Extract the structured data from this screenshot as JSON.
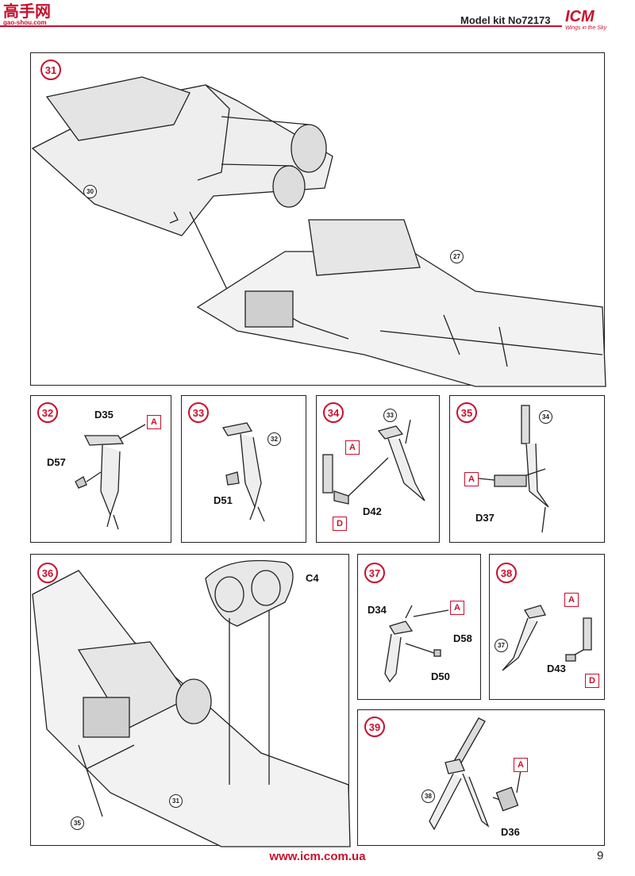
{
  "header": {
    "logo_cn": "高手网",
    "logo_url": "gao-shou.com",
    "model_kit": "Model kit No72173",
    "brand": "ICM",
    "brand_tagline": "Wings in the Sky"
  },
  "colors": {
    "accent": "#c8102e",
    "line": "#222222"
  },
  "steps": {
    "s31": {
      "number": "31",
      "refs": [
        "30",
        "27"
      ]
    },
    "s32": {
      "number": "32",
      "parts": [
        "D35",
        "D57"
      ],
      "sprue": "A"
    },
    "s33": {
      "number": "33",
      "ref": "32",
      "parts": [
        "D51"
      ]
    },
    "s34": {
      "number": "34",
      "ref": "33",
      "parts": [
        "D42"
      ],
      "sprues": [
        "A",
        "D"
      ]
    },
    "s35": {
      "number": "35",
      "ref": "34",
      "parts": [
        "D37"
      ],
      "sprue": "A"
    },
    "s36": {
      "number": "36",
      "refs": [
        "31",
        "35"
      ],
      "parts": [
        "C4"
      ]
    },
    "s37": {
      "number": "37",
      "parts": [
        "D34",
        "D58",
        "D50"
      ],
      "sprue": "A"
    },
    "s38": {
      "number": "38",
      "ref": "37",
      "parts": [
        "D43"
      ],
      "sprues": [
        "A",
        "D"
      ]
    },
    "s39": {
      "number": "39",
      "ref": "38",
      "parts": [
        "D36"
      ],
      "sprue": "A"
    }
  },
  "footer": {
    "url": "www.icm.com.ua",
    "page": "9"
  }
}
